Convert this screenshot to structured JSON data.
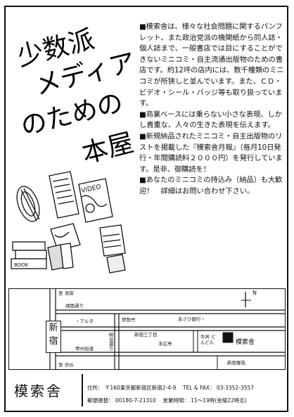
{
  "title": {
    "line1": "少数派",
    "line2": "メディア",
    "line3": "のための",
    "line4": "本屋"
  },
  "body_paragraphs": [
    "■模索舎は、様々な社会問題に関するパンフレット、また政治党派の機関紙から同人誌・個人誌まで、一般書店では目にすることができないミニコミ・自主流通出版物のための書店です。約12坪の店内には、数千種類のミニコミが所狭しと並んでいます。また、ＣＤ・ビデオ・シール・バッジ等も取り扱っています。",
    "■商業ベースには乗らない小さな表現、しかし貴重な、人々の生きた表現を伝えます。",
    "■新規納品されたミニコミ・自主出版物のリストを掲載した『模索舎月報』（毎月10日発行・年間購読料２０００円）を発行しています。是非、御購読を！",
    "■あなたのミニコミの持込み（納品）も大歓迎！　詳細はお問い合わせ下さい。"
  ],
  "illustration": {
    "video_label": "VIDEO",
    "book_label": "BOOK"
  },
  "map": {
    "station": "新宿",
    "to_ikebukuro": "至 池袋",
    "to_shibuya": "至 渋谷",
    "yasukuni": "靖国通り",
    "alta": "・アルタ",
    "isetan": "伊勢丹",
    "sanchome": "新宿三丁目",
    "asahi_bank": "あさひ銀行・",
    "meiji_dori": "明治通り",
    "suehirotei": "末広亭",
    "koshu_kaido": "甲州街道",
    "gyoen": "新宿御苑",
    "yoshinoya": "牛丼 どんどん",
    "store": "模索舎",
    "north": "N"
  },
  "footer": {
    "name": "模索舎",
    "address_label": "住所：",
    "address": "〒160東京都新宿区新宿2-4-9",
    "tel_label": "TEL & FAX：",
    "tel": "03-3352-3557",
    "transfer_label": "郵便振替：",
    "transfer": "00180-7-21310",
    "hours_label": "営業時間：",
    "hours": "11～19時(金曜22時迄)"
  },
  "colors": {
    "ink": "#111111",
    "paper": "#ffffff"
  }
}
